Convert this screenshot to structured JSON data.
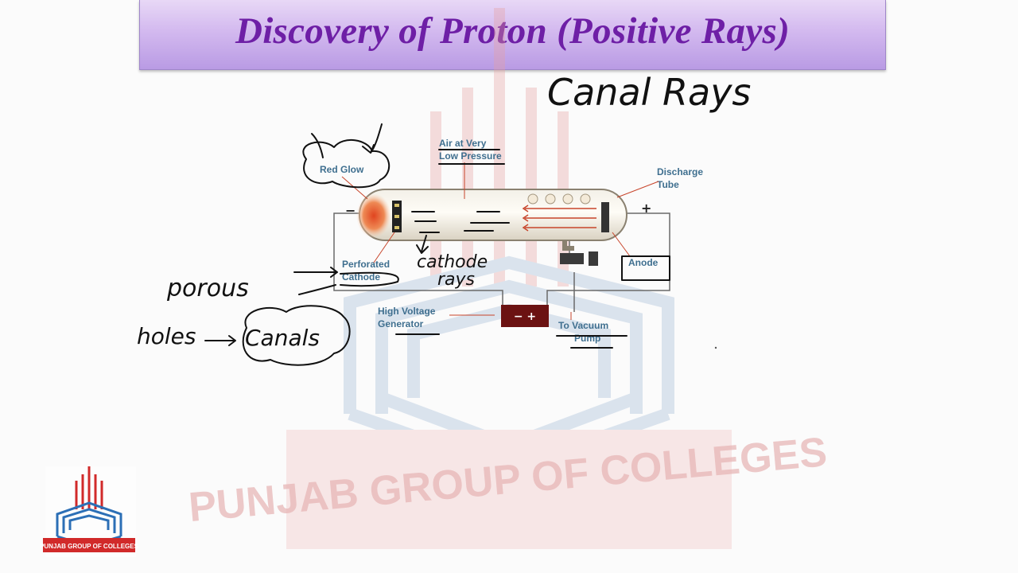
{
  "slide": {
    "title": "Discovery of Proton (Positive Rays)"
  },
  "diagram_labels": {
    "red_glow": "Red Glow",
    "air_line1": "Air at Very",
    "air_line2": "Low Pressure",
    "discharge_line1": "Discharge",
    "discharge_line2": "Tube",
    "anode": "Anode",
    "perforated_line1": "Perforated",
    "perforated_line2": "Cathode",
    "hv_line1": "High Voltage",
    "hv_line2": "Generator",
    "vacuum_line1": "To Vacuum",
    "vacuum_line2": "Pump",
    "minus_sign": "−",
    "plus_sign": "+",
    "generator_terminals": "− +"
  },
  "handwriting": {
    "canal_rays": "Canal Rays",
    "porous": "porous",
    "holes": "holes",
    "canals": "Canals",
    "cathode_line1": "cathode",
    "cathode_line2": "rays"
  },
  "watermark": {
    "org_name": "PUNJAB GROUP OF COLLEGES"
  },
  "logo": {
    "caption": "PUNJAB GROUP OF COLLEGES"
  }
}
